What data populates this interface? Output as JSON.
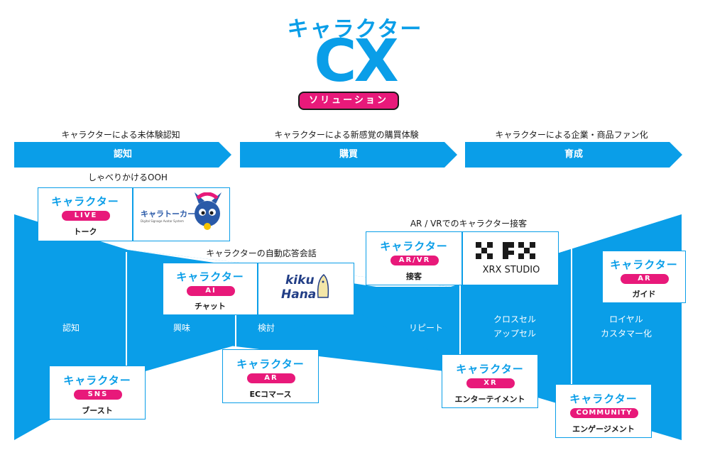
{
  "logo": {
    "title": "キャラクター",
    "cx": "CX",
    "badge": "ソリューション"
  },
  "stages": [
    {
      "caption": "キャラクターによる未体験認知",
      "label": "認知"
    },
    {
      "caption": "キャラクターによる新感覚の購買体験",
      "label": "購買"
    },
    {
      "caption": "キャラクターによる企業・商品ファン化",
      "label": "育成"
    }
  ],
  "group_captions": {
    "ooh": "しゃべりかけるOOH",
    "ai": "キャラクターの自動応答会話",
    "ar": "AR / VRでのキャラクター接客"
  },
  "funnel_labels": {
    "ninchi": "認知",
    "kyomi": "興味",
    "kento": "検討",
    "repeat": "リピート",
    "cross_line1": "クロスセル",
    "cross_line2": "アップセル",
    "loyal_line1": "ロイヤル",
    "loyal_line2": "カスタマー化"
  },
  "cards": {
    "live": {
      "title": "キャラクター",
      "pill": "LIVE",
      "sub": "トーク"
    },
    "ai": {
      "title": "キャラクター",
      "pill": "AI",
      "sub": "チャット"
    },
    "arvr": {
      "title": "キャラクター",
      "pill": "AR/VR",
      "sub": "接客"
    },
    "ar_guide": {
      "title": "キャラクター",
      "pill": "AR",
      "sub": "ガイド"
    },
    "sns": {
      "title": "キャラクター",
      "pill": "SNS",
      "sub": "ブースト"
    },
    "ar_ec": {
      "title": "キャラクター",
      "pill": "AR",
      "sub": "ECコマース"
    },
    "xr": {
      "title": "キャラクター",
      "pill": "XR",
      "sub": "エンターテイメント"
    },
    "community": {
      "title": "キャラクター",
      "pill": "COMMUNITY",
      "sub": "エンゲージメント"
    }
  },
  "partners": {
    "charatalker": {
      "name": "キャラトーカー",
      "tagline": "Digital Signage Avatar System"
    },
    "kikuhana": {
      "line1": "kiku",
      "line2": "Hana"
    },
    "xrx": {
      "name": "XRX STUDIO"
    }
  },
  "colors": {
    "blue": "#0a9ee8",
    "pink": "#e8197a"
  }
}
